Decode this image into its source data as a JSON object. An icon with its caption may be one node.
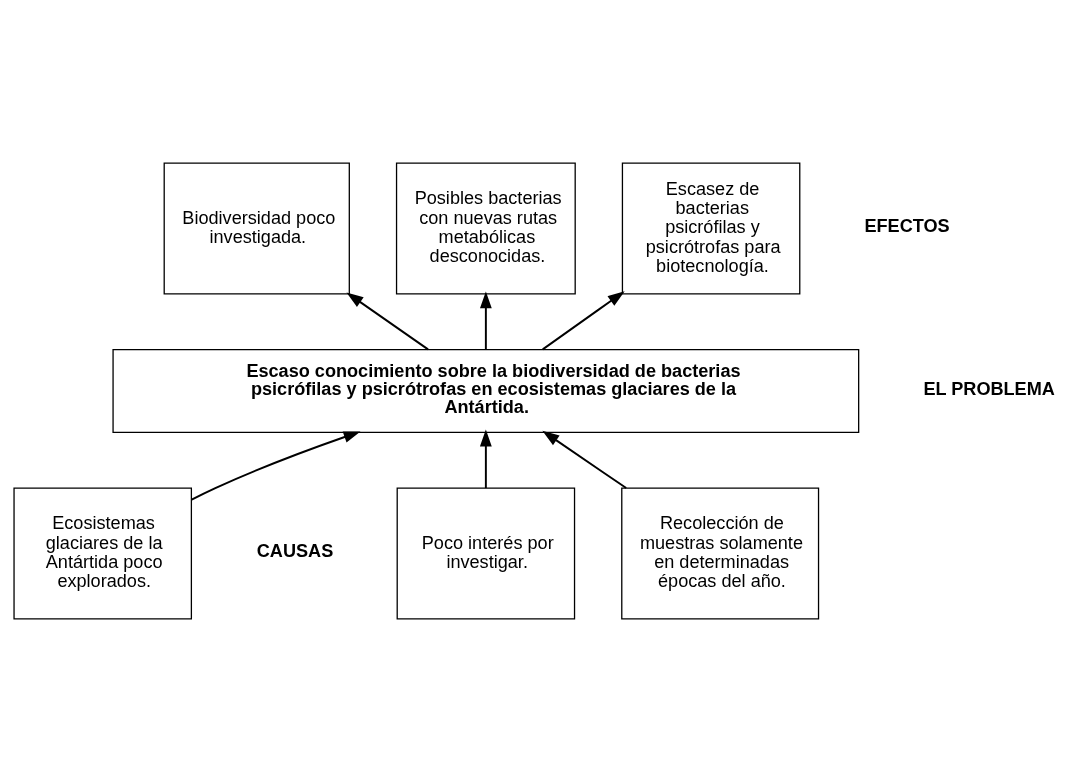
{
  "diagram": {
    "nodes": [
      {
        "text": [
          "Biodiversidad poco investigada."
        ]
      },
      {
        "text": [
          "Posibles bacterias con nuevas rutas metabólicas desconocidas."
        ]
      },
      {
        "text": [
          "Escasez de bacterias psicrófilas y psicrótrofas para biotecnología."
        ]
      },
      {
        "text": [
          "Escaso conocimiento sobre la biodiversidad de bacterias psicrófilas y psicrótrofas en ecosistemas glaciares de la Antártida."
        ]
      },
      {
        "text": [
          "Ecosistemas glaciares de la Antártida poco explorados."
        ]
      },
      {
        "text": [
          "Poco interés por investigar."
        ]
      },
      {
        "text": [
          "Recolección de muestras solamente en determinadas épocas del año."
        ]
      }
    ],
    "edges": [
      {
        "from": 3,
        "to": 0,
        "arrow": "to"
      },
      {
        "from": 3,
        "to": 1,
        "arrow": "to"
      },
      {
        "from": 3,
        "to": 2,
        "arrow": "to"
      },
      {
        "from": 4,
        "to": 3,
        "arrow": "to"
      },
      {
        "from": 5,
        "to": 3,
        "arrow": "to"
      },
      {
        "from": 6,
        "to": 3,
        "arrow": "to"
      }
    ],
    "labels": [
      "EFECTOS",
      "EL PROBLEMA",
      "CAUSAS"
    ]
  }
}
